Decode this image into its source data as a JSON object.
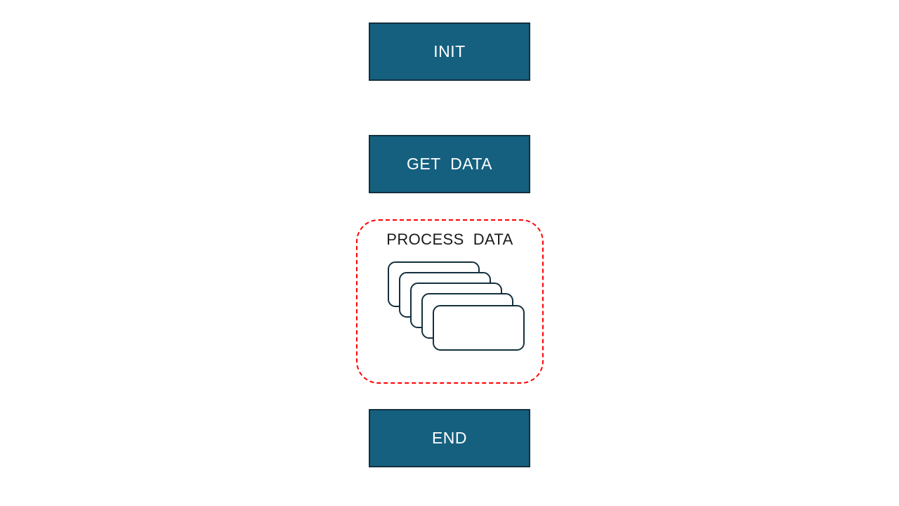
{
  "diagram": {
    "title": "",
    "colors": {
      "box_fill": "#15607f",
      "box_border": "#14303f",
      "box_text": "#ffffff",
      "loop_border": "#ff0000",
      "card_fill": "#ffffff",
      "card_border": "#14303f",
      "background": "#ffffff"
    },
    "nodes": [
      {
        "id": "init",
        "label": "INIT",
        "type": "process"
      },
      {
        "id": "get-data",
        "label": "GET  DATA",
        "type": "process"
      },
      {
        "id": "end",
        "label": "END",
        "type": "process"
      }
    ],
    "loop": {
      "label": "PROCESS  DATA",
      "border_style": "dashed",
      "card_count": 5,
      "cards": [
        {
          "index": 1,
          "label": ""
        },
        {
          "index": 2,
          "label": ""
        },
        {
          "index": 3,
          "label": ""
        },
        {
          "index": 4,
          "label": ""
        },
        {
          "index": 5,
          "label": ""
        }
      ]
    }
  }
}
